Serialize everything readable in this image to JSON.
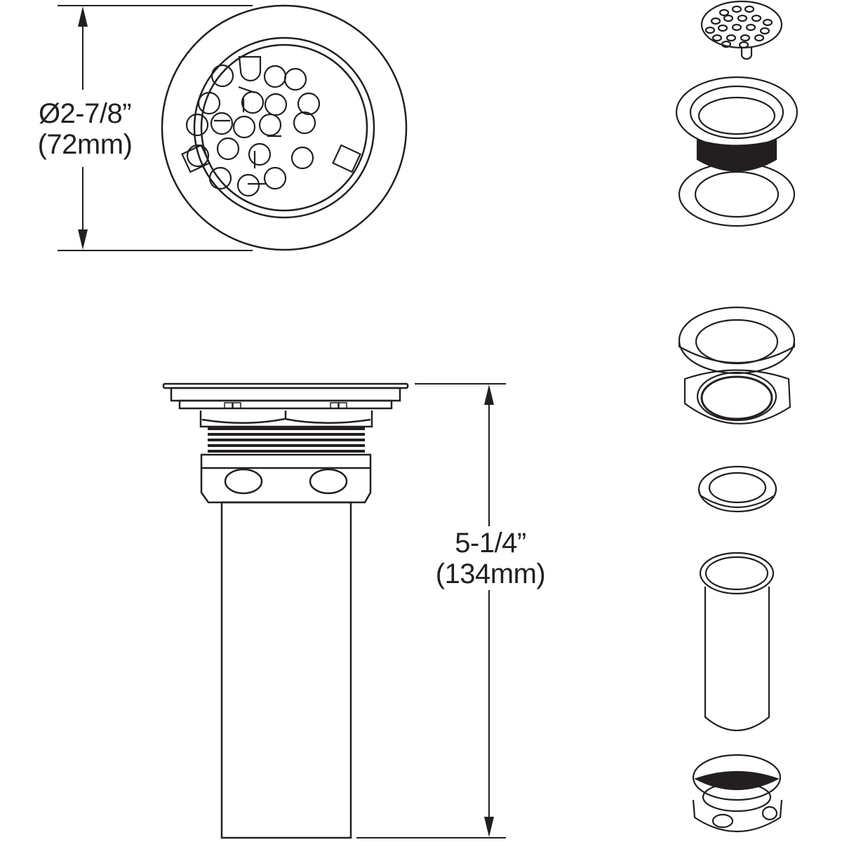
{
  "drawing": {
    "type": "technical-drawing",
    "subject": "sink drain strainer assembly",
    "stroke_color": "#231f20",
    "background": "#ffffff"
  },
  "dimensions": {
    "diameter": {
      "imperial": "Ø2-7/8”",
      "metric": "(72mm)"
    },
    "height": {
      "imperial": "5-1/4”",
      "metric": "(134mm)"
    }
  },
  "views": {
    "top_view": "strainer-top-view",
    "side_view": "drain-assembly-side-view",
    "exploded_parts": [
      "strainer-basket",
      "drain-flange-body",
      "gasket",
      "rubber-washer",
      "locknut",
      "friction-washer",
      "tailpiece",
      "coupling-nut"
    ]
  }
}
